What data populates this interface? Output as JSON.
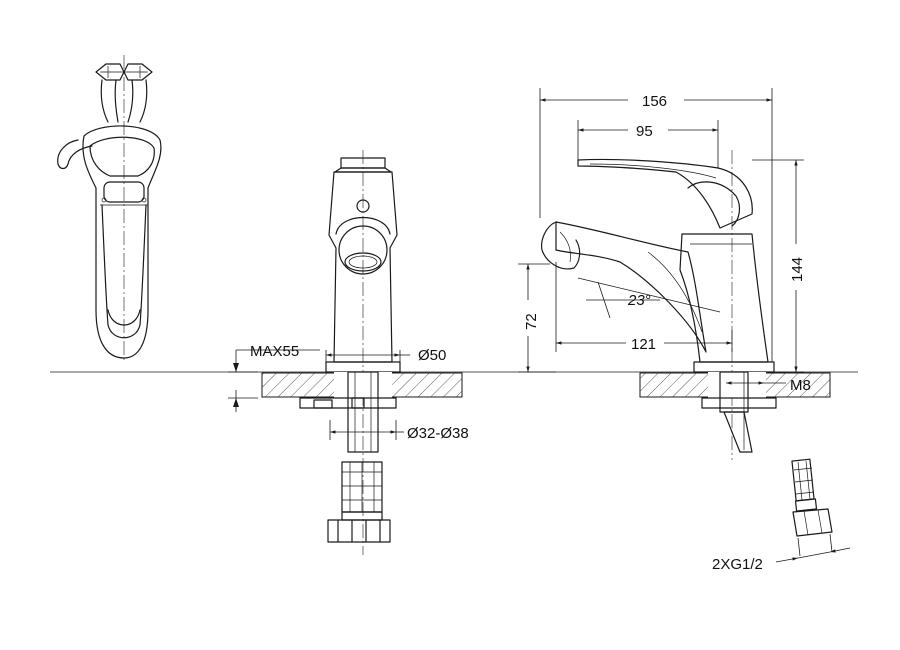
{
  "dimensions": {
    "width_total": "156",
    "width_spout": "95",
    "height_total": "144",
    "height_outlet": "72",
    "reach": "121",
    "angle": "23°",
    "max_thickness": "MAX55",
    "base_diameter": "Ø50",
    "hole_diameter": "Ø32-Ø38",
    "stud_thread": "M8",
    "hose_connection": "2XG1/2"
  },
  "colors": {
    "line": "#1a1a1a",
    "background": "#ffffff"
  }
}
